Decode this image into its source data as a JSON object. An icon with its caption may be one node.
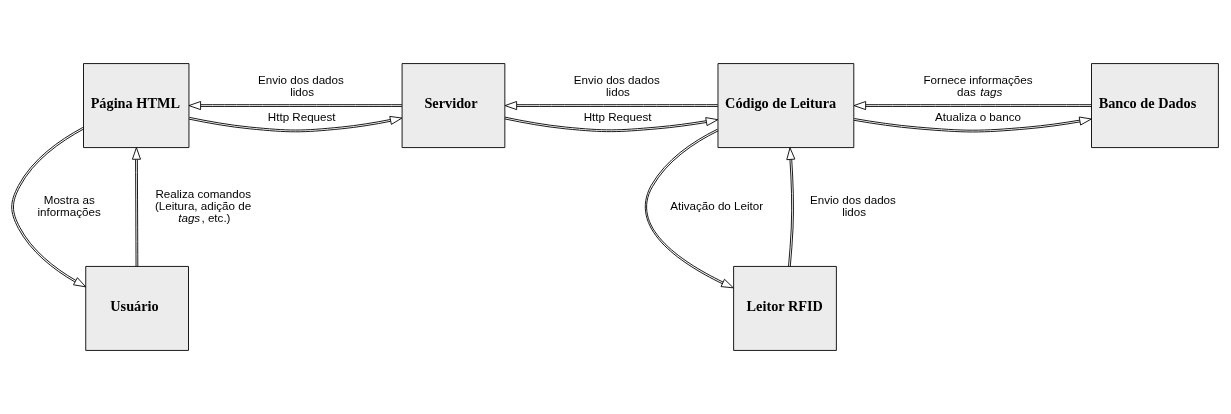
{
  "diagram": {
    "nodes": [
      {
        "text": [
          "Página HTML"
        ]
      },
      {
        "text": [
          "Servidor"
        ]
      },
      {
        "text": [
          "Código de Leitura"
        ]
      },
      {
        "text": [
          "Banco de Dados"
        ]
      },
      {
        "text": [
          "Usuário"
        ]
      },
      {
        "text": [
          "Leitor RFID"
        ]
      }
    ],
    "edges": [
      {
        "from": 0,
        "to": 1,
        "arrow": "to",
        "label": "Http Request"
      },
      {
        "from": 1,
        "to": 0,
        "arrow": "to",
        "label": "Envio dos dados lidos"
      },
      {
        "from": 1,
        "to": 2,
        "arrow": "to",
        "label": "Http Request"
      },
      {
        "from": 2,
        "to": 1,
        "arrow": "to",
        "label": "Envio dos dados lidos"
      },
      {
        "from": 3,
        "to": 2,
        "arrow": "to",
        "label": "Fornece informações das *tags*"
      },
      {
        "from": 2,
        "to": 3,
        "arrow": "to",
        "label": "Atualiza o banco"
      },
      {
        "from": 0,
        "to": 4,
        "arrow": "to",
        "label": "Mostra as informações"
      },
      {
        "from": 4,
        "to": 0,
        "arrow": "to",
        "label": "Realiza comandos (Leitura, adição de *tags*, etc.)"
      },
      {
        "from": 2,
        "to": 5,
        "arrow": "to",
        "label": "Ativação do Leitor"
      },
      {
        "from": 5,
        "to": 2,
        "arrow": "to",
        "label": "Envio dos dados lidos"
      }
    ]
  }
}
